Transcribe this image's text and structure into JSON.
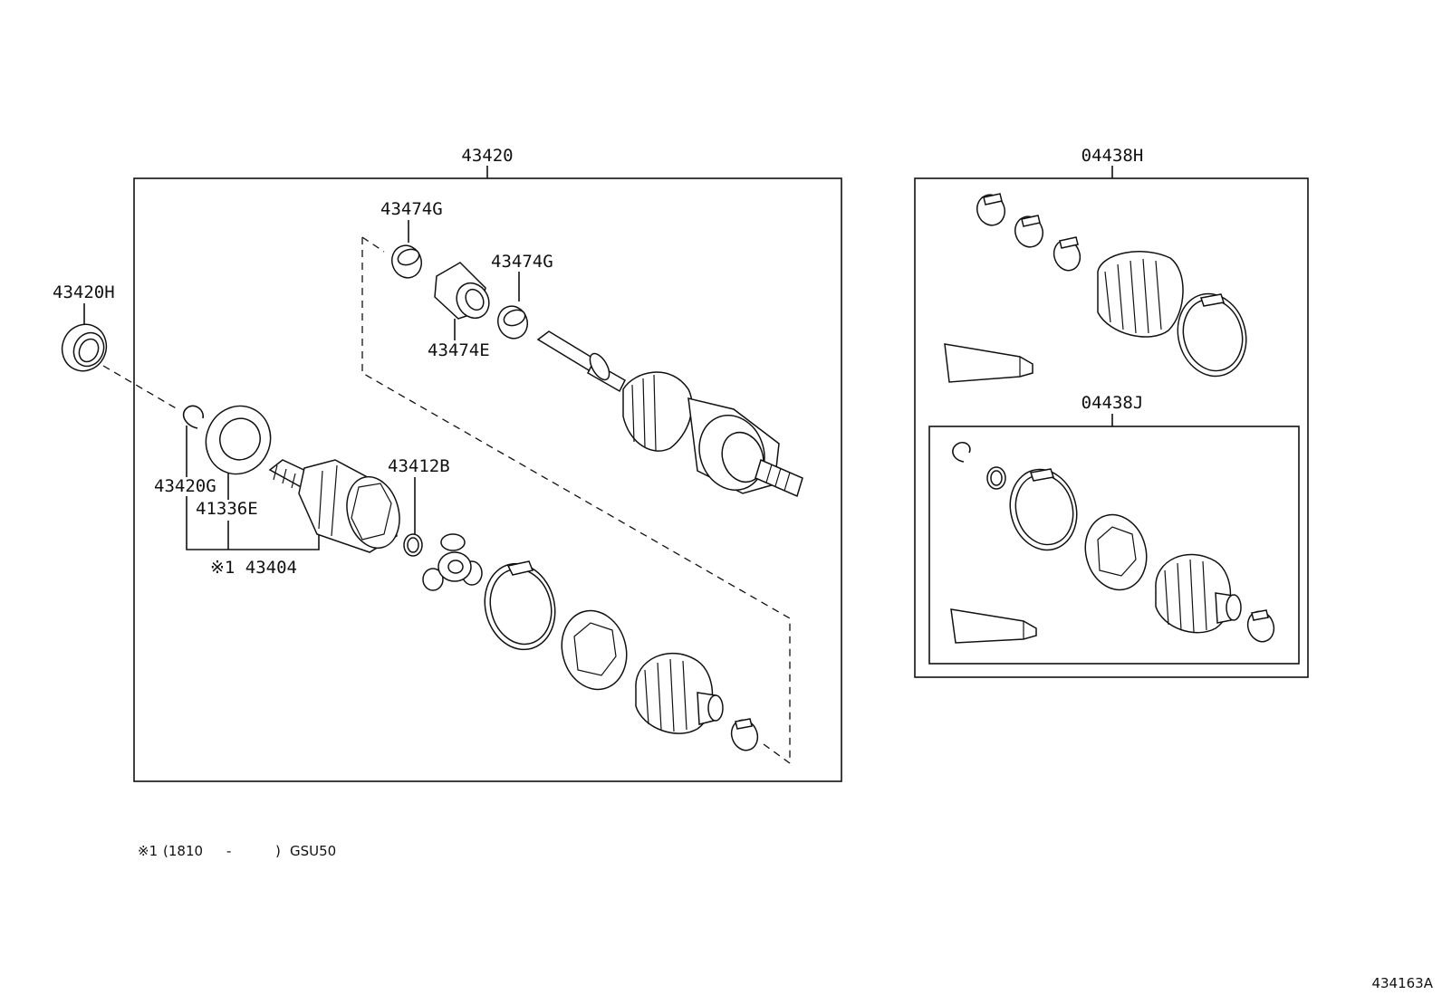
{
  "labels": {
    "main_assembly": "43420",
    "seal": "43420H",
    "band_upper_left": "43474G",
    "band_upper_right": "43474G",
    "damper": "43474E",
    "snap_ring_upper": "43412B",
    "snap_ring_lower": "43420G",
    "washer": "41336E",
    "inner_joint": "※1 43404",
    "boot_kit_outer": "04438H",
    "boot_kit_inner": "04438J"
  },
  "footnote": {
    "mark": "※1",
    "open_paren": "(1810",
    "dash": "-",
    "close_paren": ")",
    "model": "GSU50"
  },
  "reference_code": "434163A",
  "colors": {
    "line": "#111111",
    "background": "#ffffff"
  }
}
